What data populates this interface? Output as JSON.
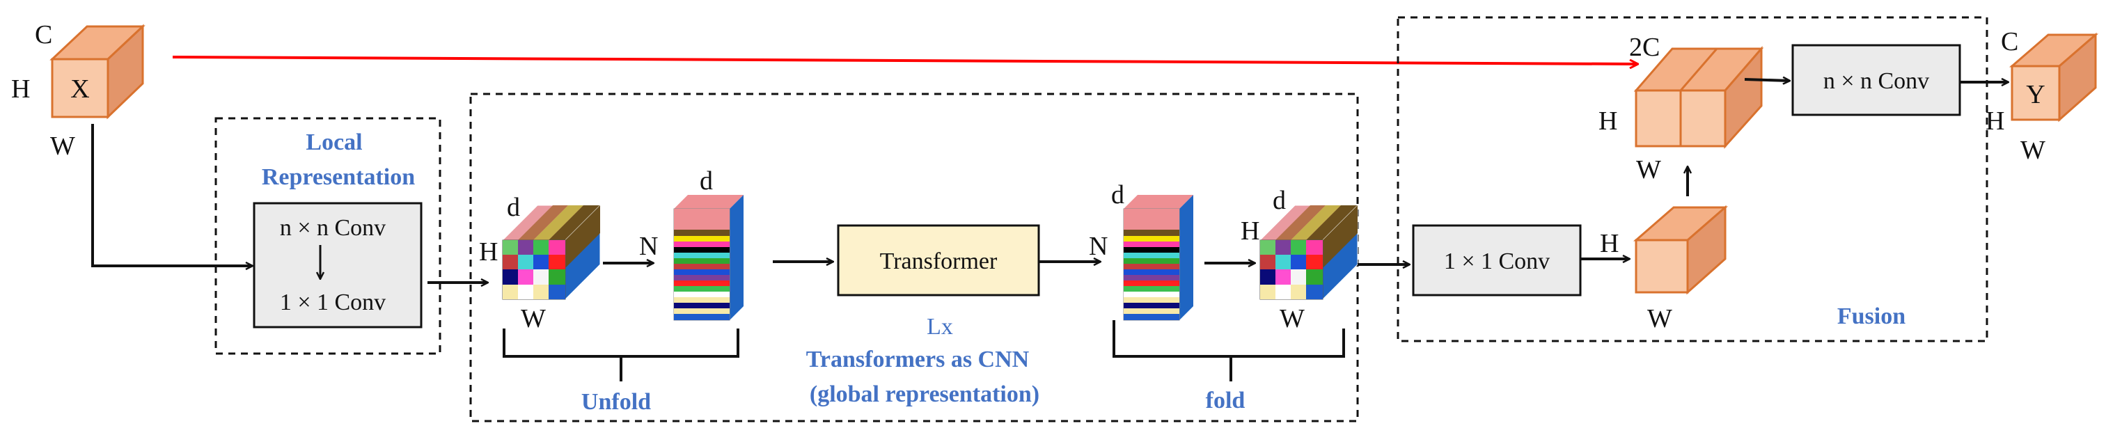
{
  "input": {
    "channel": "C",
    "height": "H",
    "width": "W",
    "name": "X"
  },
  "output": {
    "channel": "C",
    "height": "H",
    "width": "W",
    "name": "Y"
  },
  "local": {
    "title_line1": "Local",
    "title_line2": "Representation",
    "conv1": "n × n Conv",
    "conv2": "1 × 1 Conv"
  },
  "global": {
    "unfold_d": "d",
    "unfold_h": "H",
    "unfold_w": "W",
    "patch_d": "d",
    "patch_n": "N",
    "transformer": "Transformer",
    "repeat": "Lx",
    "title_line1": "Transformers as CNN",
    "title_line2": "(global representation)",
    "out_d": "d",
    "out_n": "N",
    "fold_d": "d",
    "fold_h": "H",
    "fold_w": "W",
    "unfold_label": "Unfold",
    "fold_label": "fold"
  },
  "fusion": {
    "conv1x1": "1 × 1 Conv",
    "mid_h": "H",
    "mid_w": "W",
    "cat_c": "2C",
    "cat_h": "H",
    "cat_w": "W",
    "convnxn": "n × n Conv",
    "title": "Fusion"
  },
  "colors": {
    "cube_front": "#f9c9a8",
    "cube_side": "#e3956a",
    "cube_top": "#f4b086",
    "cube_edge": "#d9722e",
    "conv_box": "#ebebeb",
    "transformer_box": "#fdf2cc",
    "accent_blue": "#4472c4",
    "residual_red": "#ff0000"
  }
}
